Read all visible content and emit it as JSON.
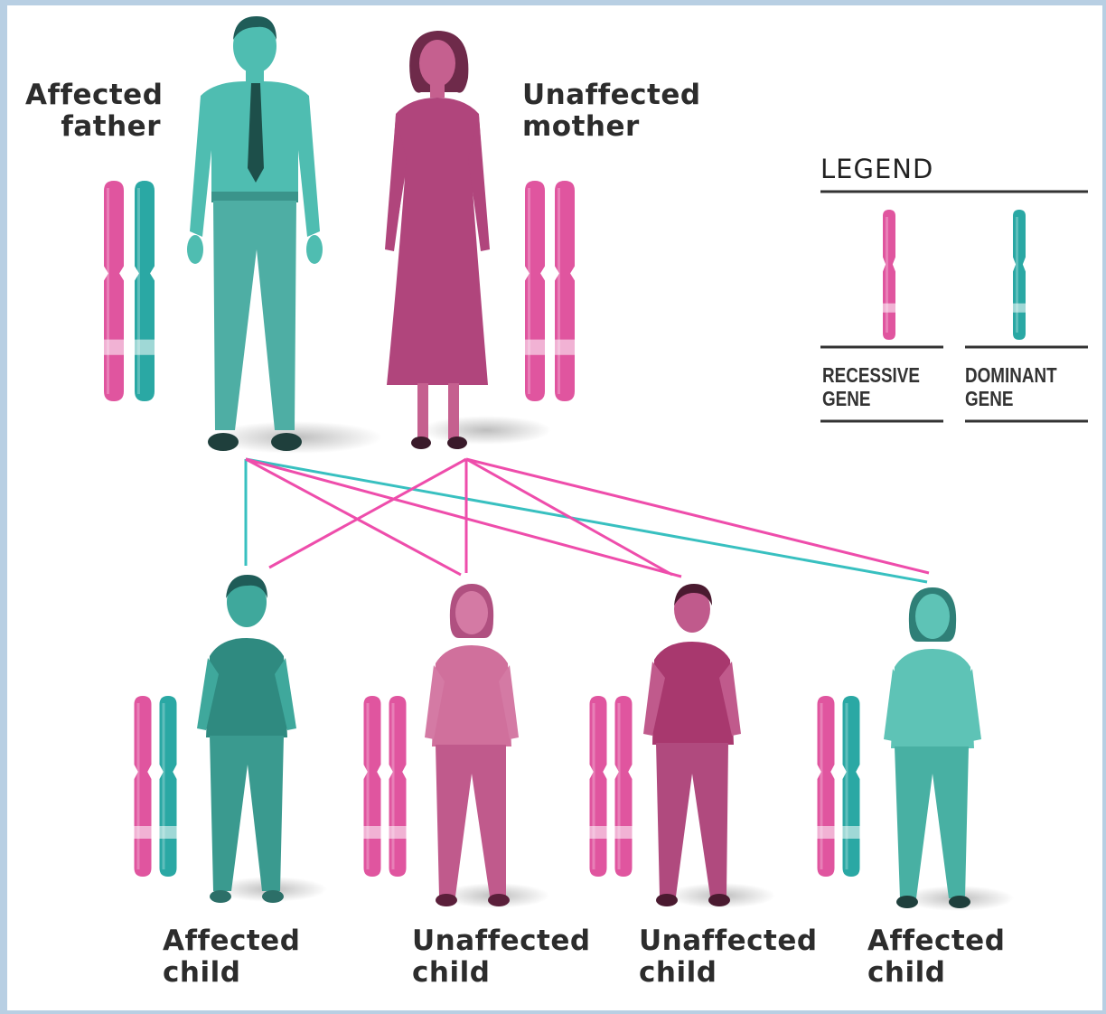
{
  "parents": {
    "father_label": "Affected\nfather",
    "mother_label": "Unaffected\nmother"
  },
  "children": [
    {
      "label": "Affected\nchild"
    },
    {
      "label": "Unaffected\nchild"
    },
    {
      "label": "Unaffected\nchild"
    },
    {
      "label": "Affected\nchild"
    }
  ],
  "legend": {
    "title": "LEGEND",
    "recessive": "RECESSIVE\nGENE",
    "dominant": "DOMINANT\nGENE"
  },
  "colors": {
    "recessive": "#e0559f",
    "dominant": "#2aa8a4",
    "father_fill": "#4fbdb1",
    "mother_fill": "#b0457c",
    "link_dominant": "#38c0c0",
    "link_recessive": "#ee4dab"
  }
}
